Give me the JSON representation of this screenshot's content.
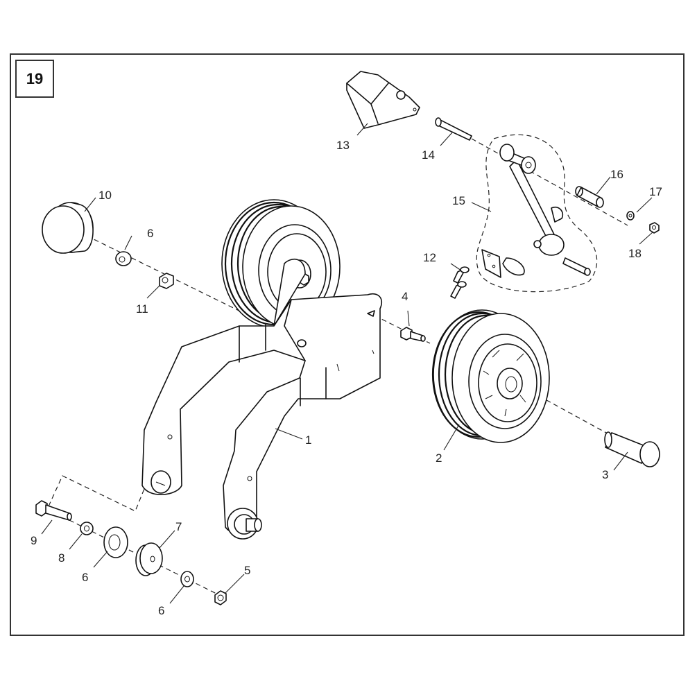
{
  "figure": {
    "number": "19",
    "type": "exploded parts view",
    "subject": "Wheel / carriage assembly"
  },
  "callouts": [
    {
      "id": "c1",
      "label": "1",
      "part": "frame"
    },
    {
      "id": "c2",
      "label": "2",
      "part": "wheel"
    },
    {
      "id": "c3",
      "label": "3",
      "part": "axle-pin"
    },
    {
      "id": "c4",
      "label": "4",
      "part": "shoulder-bolt"
    },
    {
      "id": "c5",
      "label": "5",
      "part": "nut"
    },
    {
      "id": "c6a",
      "label": "6",
      "part": "washer"
    },
    {
      "id": "c6b",
      "label": "6",
      "part": "washer"
    },
    {
      "id": "c6c",
      "label": "6",
      "part": "washer"
    },
    {
      "id": "c7",
      "label": "7",
      "part": "bushing"
    },
    {
      "id": "c8",
      "label": "8",
      "part": "lock-washer"
    },
    {
      "id": "c9",
      "label": "9",
      "part": "hex-bolt"
    },
    {
      "id": "c10",
      "label": "10",
      "part": "hub-cap"
    },
    {
      "id": "c11",
      "label": "11",
      "part": "hex-nut"
    },
    {
      "id": "c12",
      "label": "12",
      "part": "screws"
    },
    {
      "id": "c13",
      "label": "13",
      "part": "mounting-bracket"
    },
    {
      "id": "c14",
      "label": "14",
      "part": "pivot-bolt"
    },
    {
      "id": "c15",
      "label": "15",
      "part": "lever-assembly"
    },
    {
      "id": "c16",
      "label": "16",
      "part": "spacer"
    },
    {
      "id": "c17",
      "label": "17",
      "part": "washer"
    },
    {
      "id": "c18",
      "label": "18",
      "part": "lock-nut"
    }
  ]
}
